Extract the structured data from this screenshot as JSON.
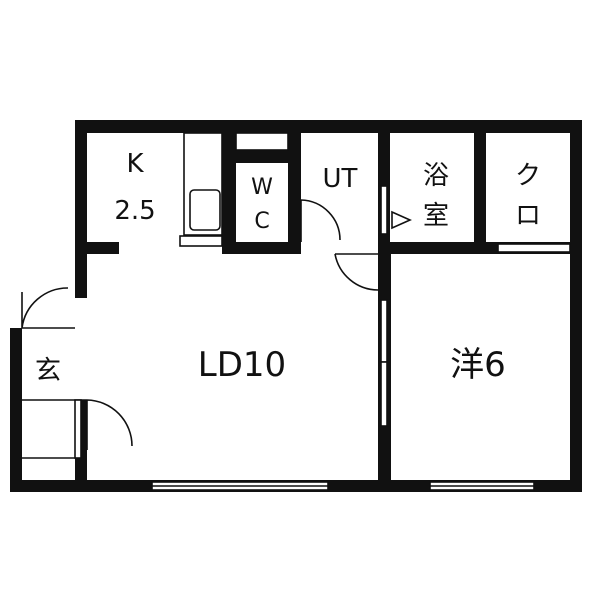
{
  "rooms": {
    "kitchen": {
      "name": "K",
      "size": "2.5"
    },
    "wc": {
      "line1": "W",
      "line2": "C"
    },
    "utility": {
      "name": "UT"
    },
    "bath": {
      "line1": "浴",
      "line2": "室"
    },
    "closet": {
      "line1": "ク",
      "line2": "ロ"
    },
    "living_dining": {
      "name": "LD10"
    },
    "western_room": {
      "name": "洋6"
    },
    "entrance": {
      "name": "玄"
    }
  }
}
